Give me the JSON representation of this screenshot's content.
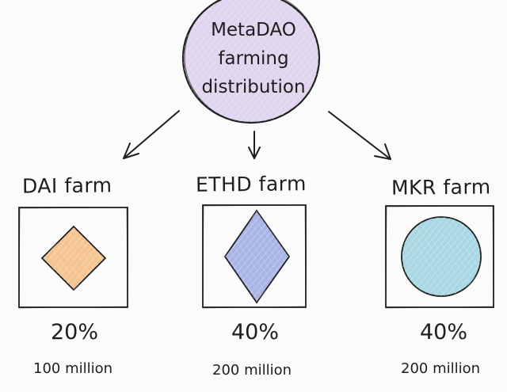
{
  "center": {
    "lines": [
      "MetaDAO",
      "farming",
      "distribution"
    ],
    "fill": "#dfd3ee"
  },
  "farms": [
    {
      "title": "DAI farm",
      "percent": "20%",
      "amount": "100 million",
      "shape": "small-diamond",
      "color": "#f4c48e"
    },
    {
      "title": "ETHD farm",
      "percent": "40%",
      "amount": "200 million",
      "shape": "tall-diamond",
      "color": "#a9b5e6"
    },
    {
      "title": "MKR farm",
      "percent": "40%",
      "amount": "200 million",
      "shape": "circle",
      "color": "#a8d7e3"
    }
  ],
  "stroke_color": "#1e1e1e"
}
